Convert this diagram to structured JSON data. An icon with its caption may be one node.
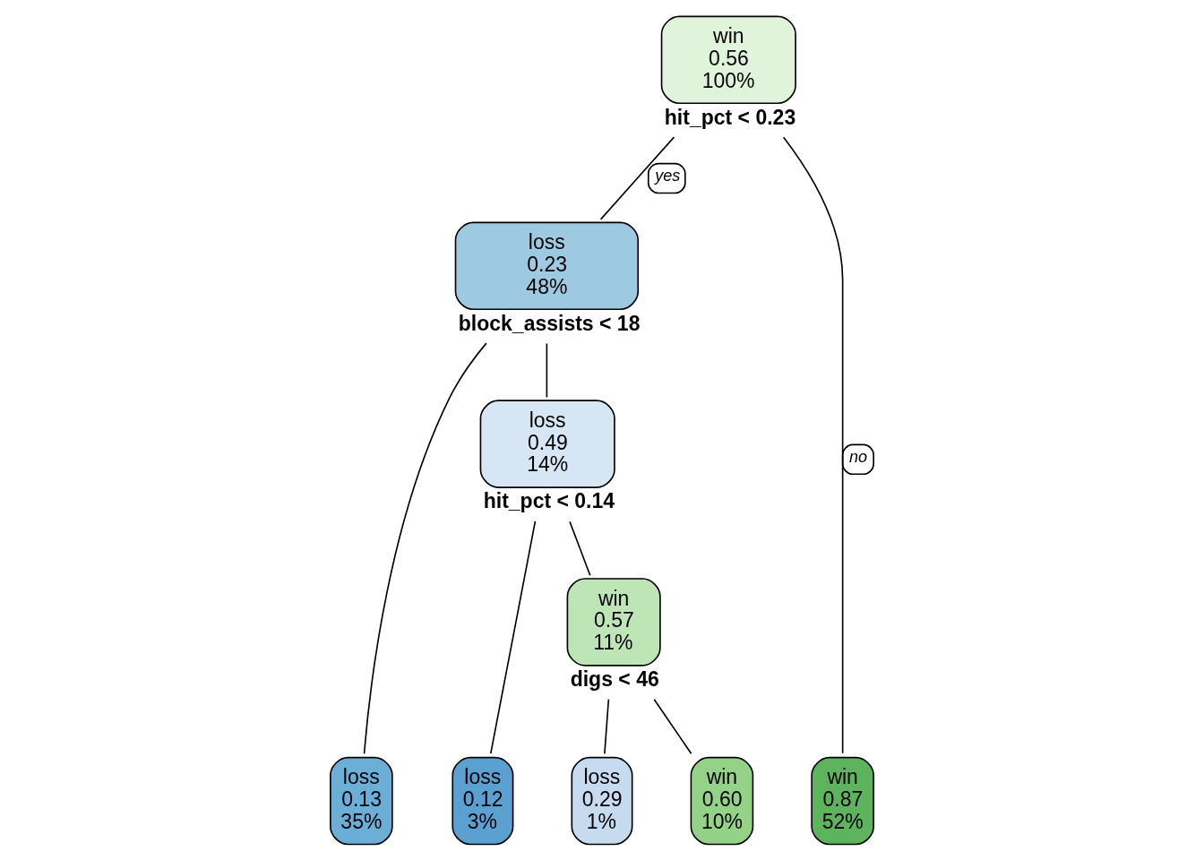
{
  "diagram": {
    "nodes": [
      {
        "text": [
          "win",
          "0.56",
          "100%"
        ],
        "beside": [
          "hit_pct < 0.23"
        ]
      },
      {
        "text": [
          "loss",
          "0.23",
          "48%"
        ],
        "beside": [
          "block_assists < 18"
        ]
      },
      {
        "text": [
          "loss",
          "0.13",
          "35%"
        ]
      },
      {
        "text": [
          "loss",
          "0.49",
          "14%"
        ],
        "beside": [
          "hit_pct < 0.14"
        ]
      },
      {
        "text": [
          "loss",
          "0.12",
          "3%"
        ]
      },
      {
        "text": [
          "win",
          "0.57",
          "11%"
        ],
        "beside": [
          "digs < 46"
        ]
      },
      {
        "text": [
          "loss",
          "0.29",
          "1%"
        ]
      },
      {
        "text": [
          "win",
          "0.60",
          "10%"
        ]
      },
      {
        "text": [
          "win",
          "0.87",
          "52%"
        ]
      }
    ],
    "edges": [
      {
        "from": 0,
        "to": 1,
        "arrow": "none",
        "label": "yes"
      },
      {
        "from": 0,
        "to": 8,
        "arrow": "none",
        "label": "no"
      },
      {
        "from": 1,
        "to": 2,
        "arrow": "none"
      },
      {
        "from": 1,
        "to": 3,
        "arrow": "none"
      },
      {
        "from": 3,
        "to": 4,
        "arrow": "none"
      },
      {
        "from": 3,
        "to": 5,
        "arrow": "none"
      },
      {
        "from": 5,
        "to": 6,
        "arrow": "none"
      },
      {
        "from": 5,
        "to": 7,
        "arrow": "none"
      }
    ]
  }
}
